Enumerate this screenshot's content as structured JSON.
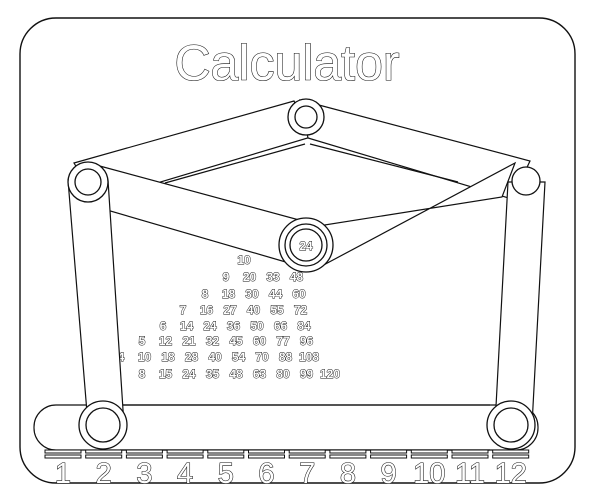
{
  "title": "Calculator",
  "selected_value": "24",
  "scale_labels": [
    "1",
    "2",
    "3",
    "4",
    "5",
    "6",
    "7",
    "8",
    "9",
    "10",
    "11",
    "12"
  ],
  "table_rows": [
    [
      "10"
    ],
    [
      "9",
      "20",
      "33",
      "48"
    ],
    [
      "8",
      "18",
      "30",
      "44",
      "60"
    ],
    [
      "7",
      "16",
      "27",
      "40",
      "55",
      "72"
    ],
    [
      "6",
      "14",
      "24",
      "36",
      "50",
      "66",
      "84"
    ],
    [
      "5",
      "12",
      "21",
      "32",
      "45",
      "60",
      "77",
      "96"
    ],
    [
      "4",
      "10",
      "18",
      "28",
      "40",
      "54",
      "70",
      "88",
      "108"
    ],
    [
      "8",
      "15",
      "24",
      "35",
      "48",
      "63",
      "80",
      "99",
      "120"
    ]
  ]
}
